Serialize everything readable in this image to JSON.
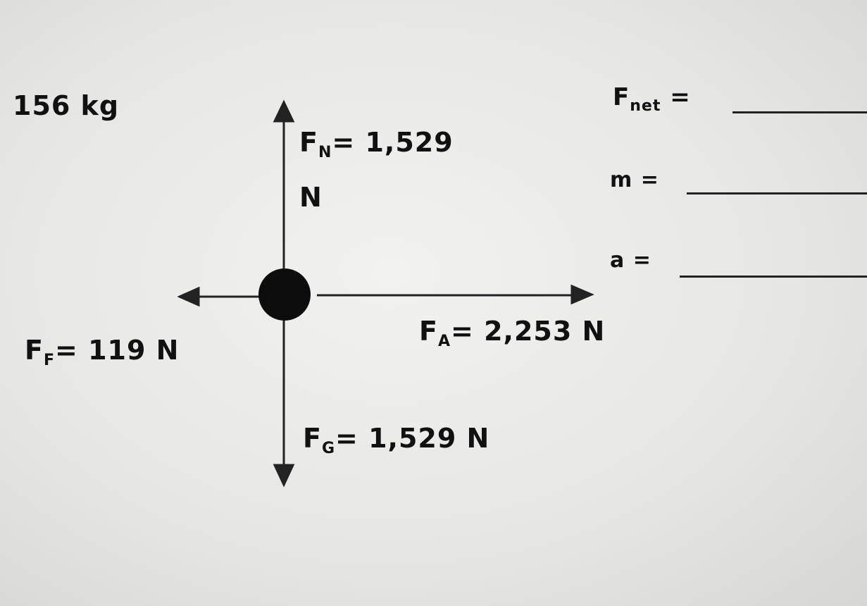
{
  "mass": "156 kg",
  "forces": {
    "normal": {
      "symbol": "F",
      "sub": "N",
      "value": "= 1,529",
      "unit": "N"
    },
    "friction": {
      "symbol": "F",
      "sub": "F",
      "value": "= 119 N"
    },
    "applied": {
      "symbol": "F",
      "sub": "A",
      "value": "= 2,253 N"
    },
    "gravity": {
      "symbol": "F",
      "sub": "G",
      "value": "= 1,529 N"
    }
  },
  "answers": {
    "fnet": {
      "symbol": "F",
      "sub": "net",
      "eq": "="
    },
    "m": {
      "label": "m ="
    },
    "a": {
      "label": "a ="
    }
  }
}
